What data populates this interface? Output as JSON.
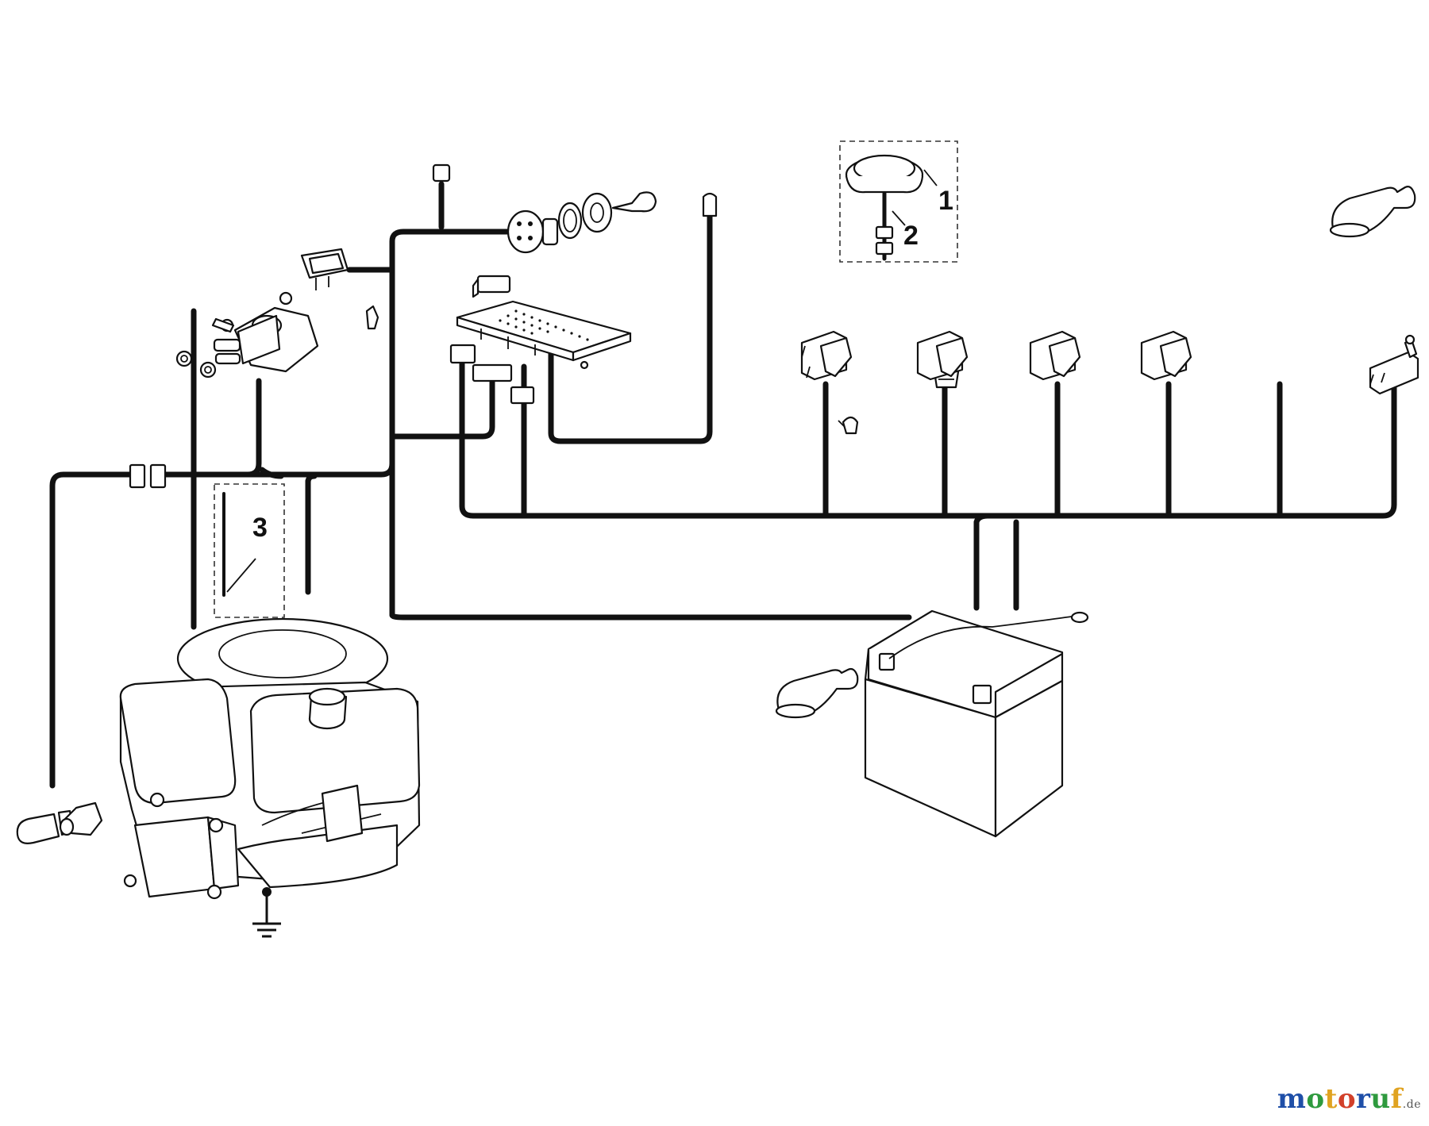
{
  "callouts": {
    "c1": "1",
    "c2": "2",
    "c3": "3"
  },
  "watermark": {
    "letters": [
      "m",
      "o",
      "t",
      "o",
      "r",
      "u",
      "f"
    ],
    "colors": [
      "#1f4fa8",
      "#2e9a3e",
      "#e0a321",
      "#d2402a",
      "#1f4fa8",
      "#2e9a3e",
      "#e0a321"
    ],
    "tld": ".de"
  },
  "colors": {
    "line": "#111111",
    "background": "#ffffff"
  }
}
